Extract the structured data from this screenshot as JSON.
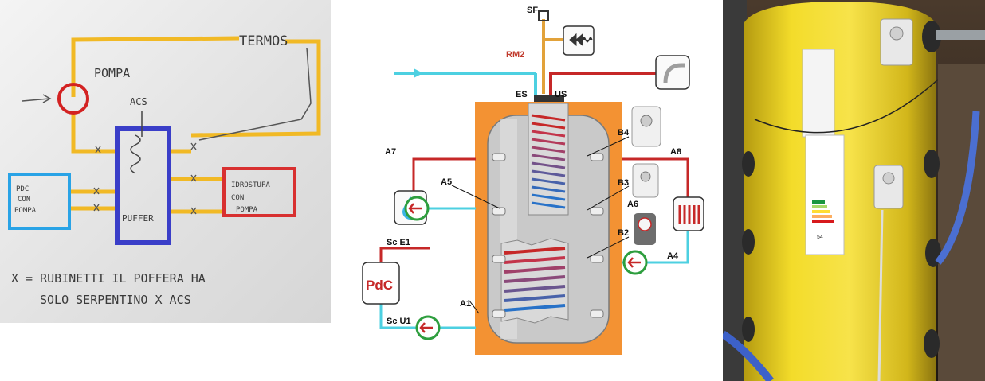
{
  "sketch": {
    "termos": "TERMOS",
    "pompa": "POMPA",
    "acs": "ACS",
    "pdc_con_pompa": [
      "PDC",
      "CON",
      "POMPA"
    ],
    "puffer": "PUFFER",
    "idrostufa_con_pompa": [
      "IDROSTUFA",
      "CON",
      "POMPA"
    ],
    "note_line1": "X = RUBINETTI     IL POFFERA HA",
    "note_line2": "SOLO SERPENTINO  X ACS"
  },
  "diagram": {
    "labels": {
      "sf": "SF",
      "rm2": "RM2",
      "es": "ES",
      "us": "US",
      "a7": "A7",
      "a8": "A8",
      "a5": "A5",
      "a6": "A6",
      "a4": "A4",
      "a1": "A1",
      "b4": "B4",
      "b3": "B3",
      "b2": "B2",
      "sc_e1": "Sc E1",
      "sc_u1": "Sc U1",
      "pdc": "PdC"
    },
    "colors": {
      "hot": "#c62828",
      "cold": "#4dd0e1",
      "insulation": "#f39233",
      "vessel": "#bdbdbd",
      "pump_ring": "#2e9e3e",
      "supply_pipe": "#e2a23a"
    }
  },
  "photo": {
    "label_kw": "54"
  }
}
